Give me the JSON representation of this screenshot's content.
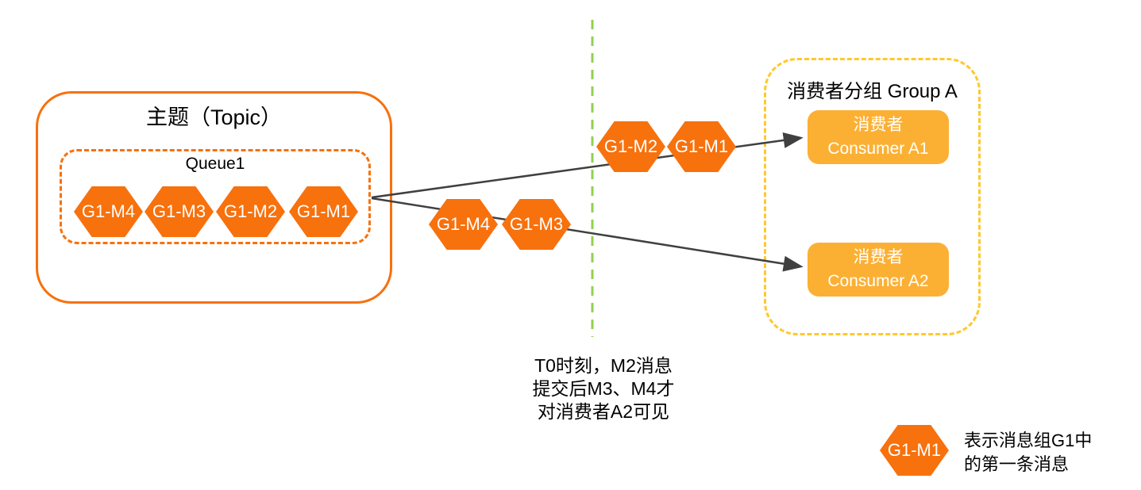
{
  "topic": {
    "title": "主题（Topic）",
    "queue": {
      "label": "Queue1",
      "messages": [
        "G1-M4",
        "G1-M3",
        "G1-M2",
        "G1-M1"
      ]
    }
  },
  "inflight": {
    "upper": [
      "G1-M2",
      "G1-M1"
    ],
    "lower": [
      "G1-M4",
      "G1-M3"
    ]
  },
  "group": {
    "title": "消费者分组 Group A",
    "consumers": [
      {
        "line1": "消费者",
        "line2": "Consumer A1"
      },
      {
        "line1": "消费者",
        "line2": "Consumer A2"
      }
    ]
  },
  "annotation": {
    "lines": [
      "T0时刻，M2消息",
      "提交后M3、M4才",
      "对消费者A2可见"
    ]
  },
  "legend": {
    "hex_label": "G1-M1",
    "lines": [
      "表示消息组G1中",
      "的第一条消息"
    ]
  },
  "colors": {
    "message_orange": "#F7710D",
    "consumer_amber": "#FBB034",
    "group_border_gold": "#FFC82C",
    "timeline_green": "#92D050",
    "arrow_gray": "#404040"
  }
}
